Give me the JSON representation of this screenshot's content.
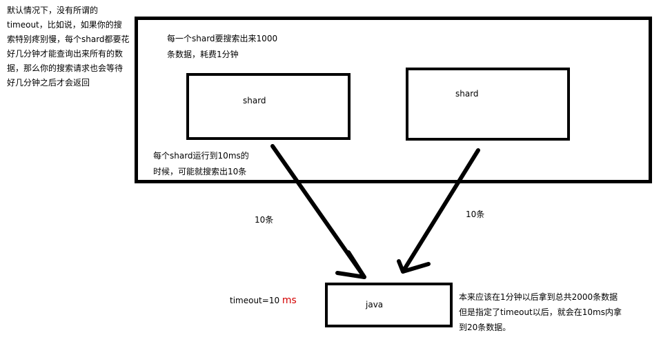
{
  "left_note": {
    "lines": [
      "默认情况下，没有所谓的",
      "timeout，比如说，如果你的搜",
      "索特别疼别慢，每个shard都要花",
      "好几分钟才能查询出来所有的数",
      "据，那么你的搜索请求也会等待",
      "好几分钟之后才会返回"
    ]
  },
  "outer_box": {
    "top_note_lines": [
      "每一个shard要搜索出来1000",
      "条数据，耗费1分钟"
    ],
    "bottom_note_lines": [
      "每个shard运行到10ms的",
      "时候，可能就搜索出10条"
    ]
  },
  "shard_left": {
    "label": "shard"
  },
  "shard_right": {
    "label": "shard"
  },
  "arrow_labels": {
    "left": "10条",
    "right": "10条"
  },
  "timeout_label": {
    "prefix": "timeout=10 ",
    "unit": "ms"
  },
  "java_box": {
    "label": "java"
  },
  "right_note": {
    "lines": [
      "本来应该在1分钟以后拿到总共2000条数据",
      "但是指定了timeout以后，就会在10ms内拿",
      "到20条数据。"
    ]
  },
  "colors": {
    "stroke": "#000000",
    "ms_unit": "#d40000",
    "background": "#ffffff"
  }
}
